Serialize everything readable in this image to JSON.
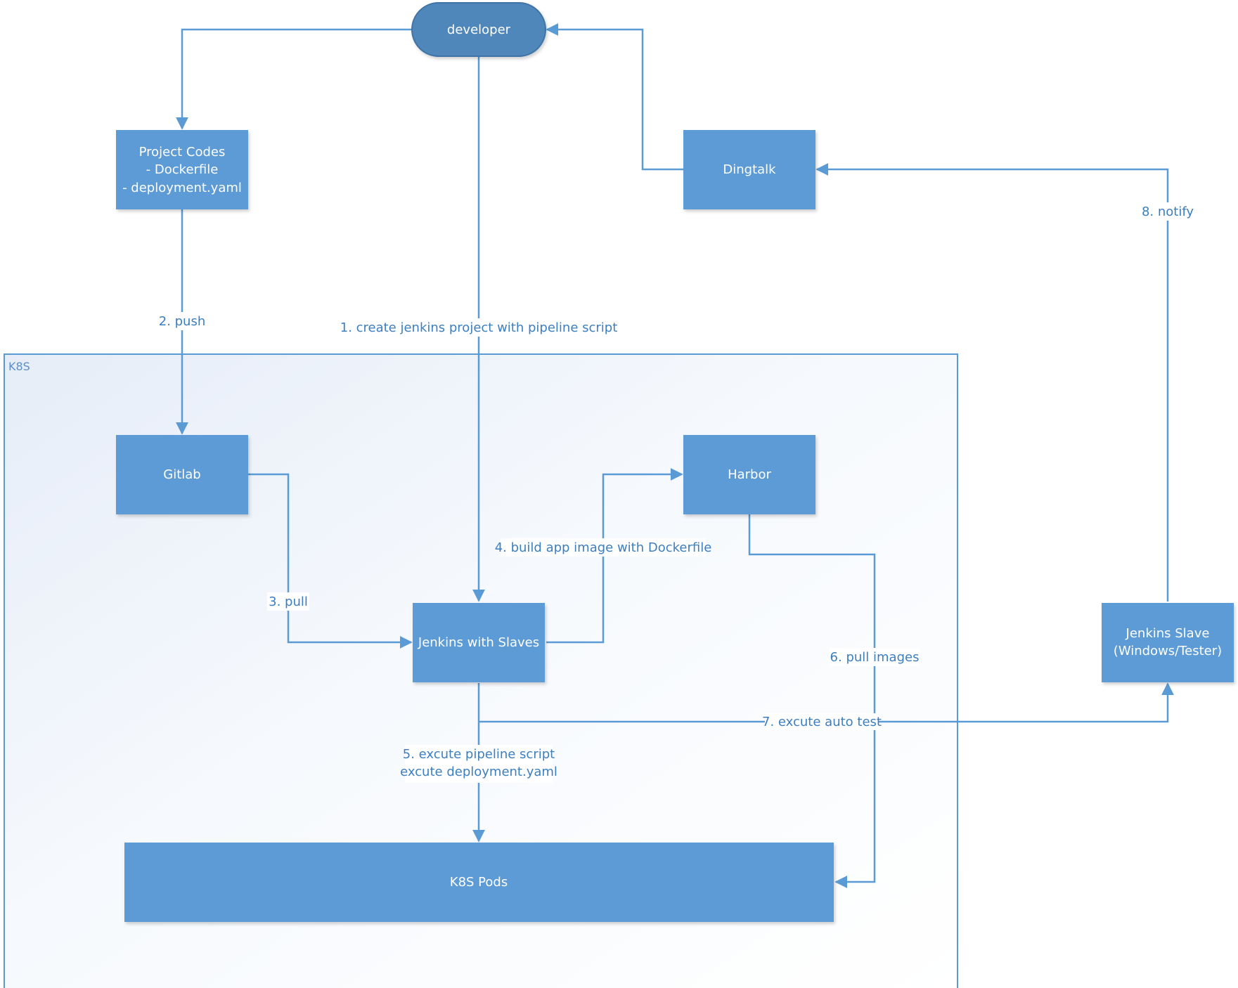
{
  "colors": {
    "node_fill": "#5b9bd5",
    "terminal_fill": "#4f87bb",
    "edge": "#5b9bd5",
    "label_text": "#3c7fc0",
    "container_border": "#5b9bd5"
  },
  "container": {
    "label": "K8S"
  },
  "nodes": {
    "developer": "developer",
    "project_codes": [
      "Project Codes",
      "- Dockerfile",
      "- deployment.yaml"
    ],
    "dingtalk": "Dingtalk",
    "gitlab": "Gitlab",
    "harbor": "Harbor",
    "jenkins": "Jenkins with Slaves",
    "jenkins_slave": [
      "Jenkins Slave",
      "(Windows/Tester)"
    ],
    "k8s_pods": "K8S Pods"
  },
  "edges": {
    "create_project": "1. create jenkins project with pipeline script",
    "push": "2. push",
    "pull": "3. pull",
    "build_image": "4. build app image with Dockerfile",
    "execute_pipeline": [
      "5. excute pipeline script",
      "excute deployment.yaml"
    ],
    "pull_images": "6. pull images",
    "auto_test": "7. excute auto test",
    "notify": "8. notify"
  }
}
